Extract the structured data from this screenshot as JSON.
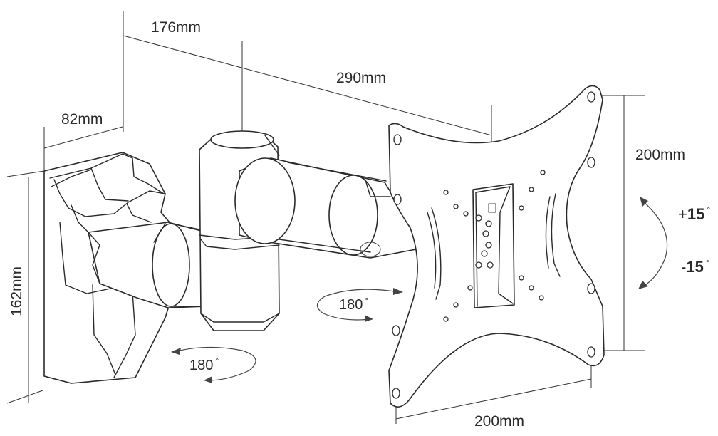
{
  "dimensions": {
    "wall_plate_width": "82mm",
    "wall_plate_height": "162mm",
    "arm_first_segment": "176mm",
    "arm_total_extension": "290mm",
    "vesa_vertical": "200mm",
    "vesa_horizontal": "200mm"
  },
  "rotations": {
    "wall_swivel": "180",
    "plate_swivel": "180",
    "degree_symbol": "°"
  },
  "tilt": {
    "up_sign": "+",
    "up_value": "15",
    "down_sign": "-",
    "down_value": "15",
    "degree_symbol": "°"
  }
}
